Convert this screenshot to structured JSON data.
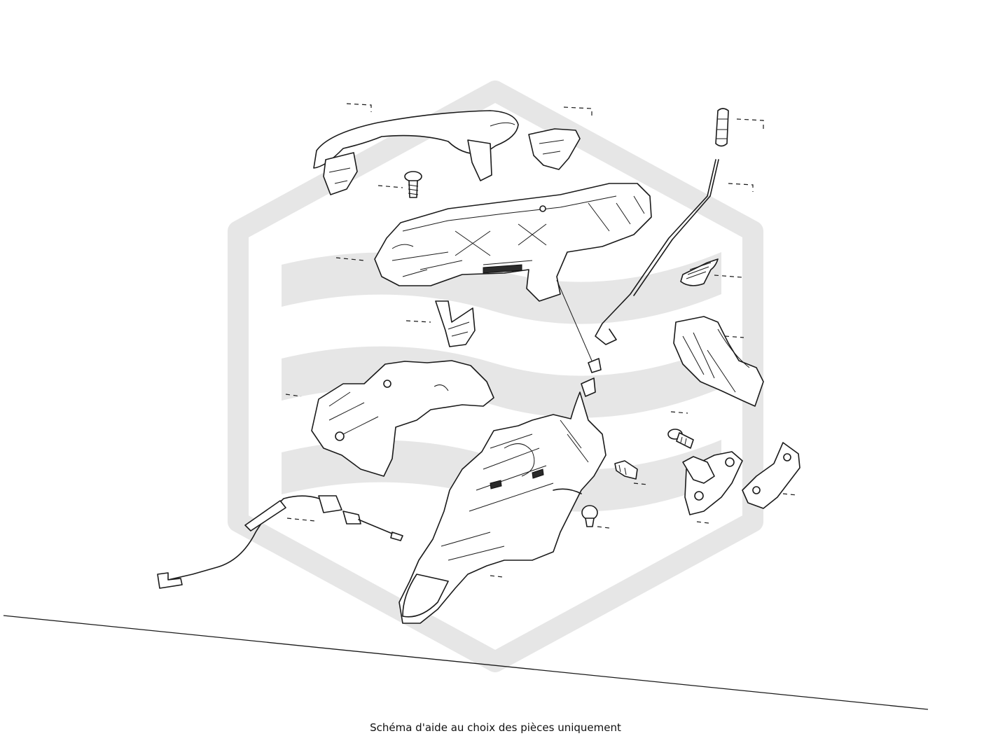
{
  "caption": "Schéma d'aide au choix des pièces uniquement",
  "watermark": {
    "icon": "hexagon-stripes-logo",
    "color": "#e6e6e6"
  },
  "parts": [
    "outer-door-handle",
    "handle-end-cap",
    "lock-cylinder-rod",
    "handle-screw",
    "handle-carrier-bracket",
    "connecting-rod",
    "rubber-grommet",
    "handle-clip",
    "support-bracket-right",
    "support-bracket-left",
    "cable-end-fitting",
    "door-lock-actuator",
    "countersunk-screw",
    "hex-flange-screw",
    "pan-head-screw",
    "door-striker",
    "striker-shim-plate",
    "release-cable"
  ],
  "colors": {
    "line": "#1a1a1a",
    "background": "#ffffff",
    "watermark": "#e6e6e6"
  }
}
